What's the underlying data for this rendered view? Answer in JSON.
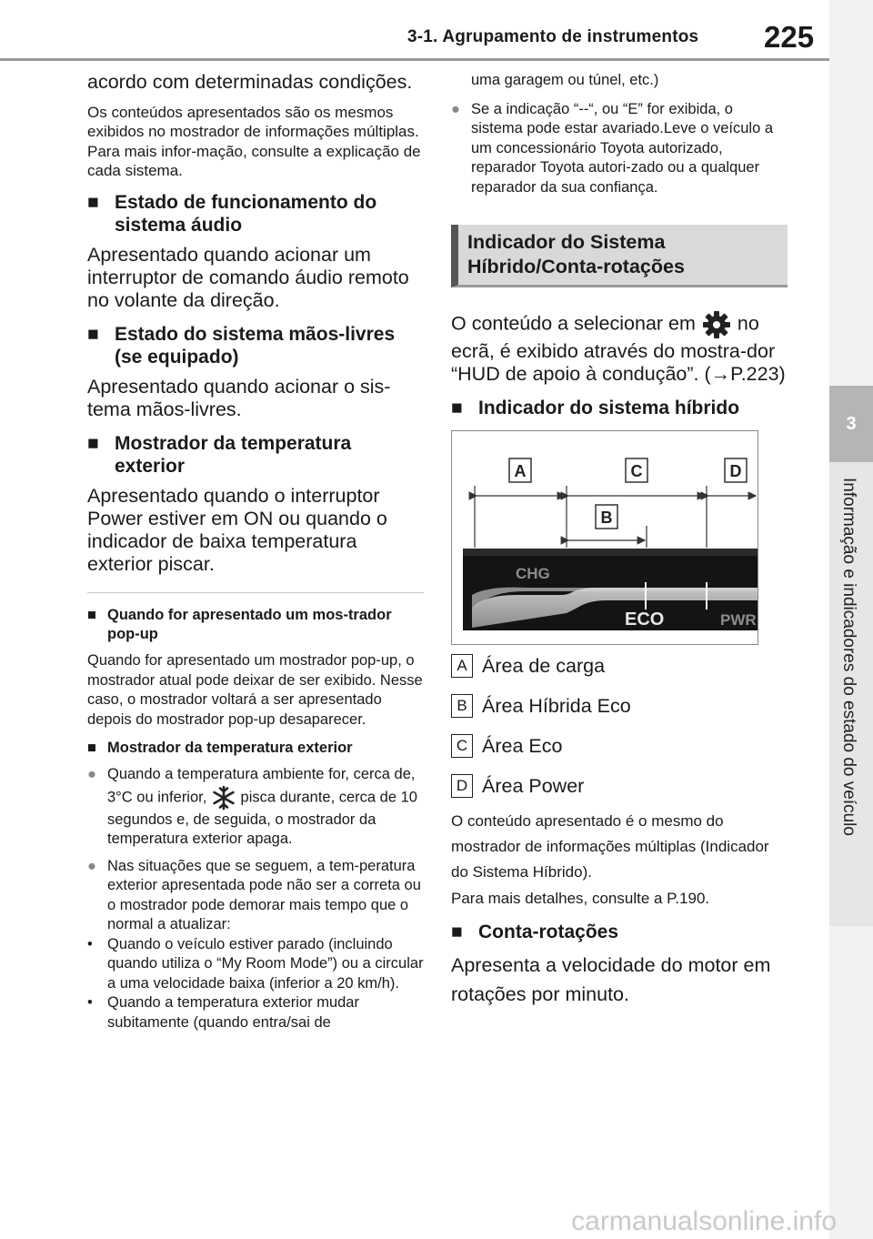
{
  "header": {
    "section": "3-1. Agrupamento de instrumentos",
    "page": "225"
  },
  "side": {
    "chapter": "3",
    "title": "Informação e indicadores do estado do veículo"
  },
  "left": {
    "intro": "acordo com determinadas condições.",
    "intro_note": "Os conteúdos apresentados são os mesmos exibidos no mostrador de informações múltiplas. Para mais infor-mação, consulte a explicação de cada sistema.",
    "h1": "Estado de funcionamento do sistema áudio",
    "p1": "Apresentado quando acionar um interruptor de comando áudio remoto no volante da direção.",
    "h2": "Estado do sistema mãos-livres (se equipado)",
    "p2": "Apresentado quando acionar o sis-tema mãos-livres.",
    "h3": "Mostrador da temperatura exterior",
    "p3": "Apresentado quando o interruptor Power estiver em ON ou quando o indicador de baixa temperatura exterior piscar.",
    "n1_title": "Quando for apresentado um mos-trador pop-up",
    "n1_text": "Quando for apresentado um mostrador pop-up, o mostrador atual pode deixar de ser exibido. Nesse caso, o mostrador voltará a ser apresentado depois do mostrador pop-up desaparecer.",
    "n2_title": "Mostrador da temperatura exterior",
    "b1_a": "Quando a temperatura ambiente for, cerca de, 3°C ou inferior,",
    "b1_b": "pisca durante, cerca de 10 segundos e, de seguida, o mostrador da temperatura exterior apaga.",
    "b2": "Nas situações que se seguem, a tem-peratura exterior apresentada pode não ser a correta ou o mostrador pode demorar mais tempo que o normal a atualizar:",
    "d1": "Quando o veículo estiver parado (incluindo quando utiliza o “My Room Mode”) ou a circular a uma velocidade baixa (inferior a 20 km/h).",
    "d2": "Quando a temperatura exterior mudar subitamente (quando entra/sai de"
  },
  "right": {
    "cont": "uma garagem ou túnel, etc.)",
    "b3": "Se a indicação “--“, ou “E” for exibida, o sistema pode estar avariado.Leve o veículo a um concessionário Toyota autorizado, reparador Toyota autori-zado ou a qualquer reparador da sua confiança.",
    "section_title": "Indicador do Sistema Híbrido/Conta-rotações",
    "p_a": "O conteúdo a selecionar em",
    "p_b": "no ecrã, é exibido através do mostra-dor “HUD de apoio à condução”. (→P.223)",
    "h4": "Indicador do sistema híbrido",
    "fig": {
      "A": "A",
      "B": "B",
      "C": "C",
      "D": "D",
      "chg": "CHG",
      "eco": "ECO",
      "pwr": "PWR"
    },
    "legend": [
      {
        "key": "A",
        "text": "Área de carga"
      },
      {
        "key": "B",
        "text": "Área Híbrida Eco"
      },
      {
        "key": "C",
        "text": "Área Eco"
      },
      {
        "key": "D",
        "text": "Área Power"
      }
    ],
    "p_c": "O conteúdo apresentado é o mesmo do mostrador de informações múltiplas (Indicador do Sistema Híbrido).",
    "p_d": "Para mais detalhes, consulte a P.190.",
    "h5": "Conta-rotações",
    "p_e": "Apresenta a velocidade do motor em rotações por minuto."
  },
  "watermark": "carmanualsonline.info"
}
